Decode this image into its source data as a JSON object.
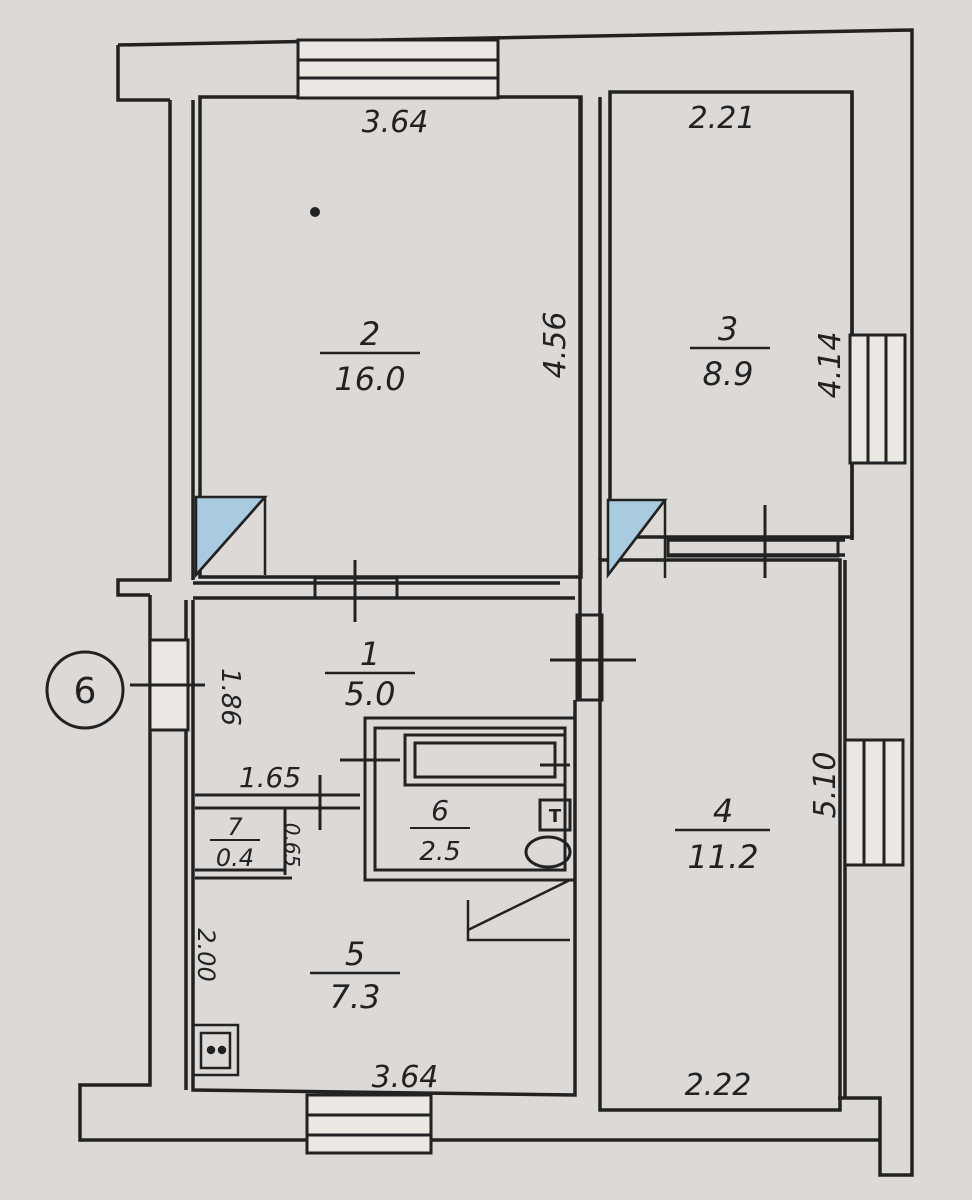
{
  "plan_marker": "6",
  "rooms": [
    {
      "id": "1",
      "area": "5.0"
    },
    {
      "id": "2",
      "area": "16.0"
    },
    {
      "id": "3",
      "area": "8.9"
    },
    {
      "id": "4",
      "area": "11.2"
    },
    {
      "id": "5",
      "area": "7.3"
    },
    {
      "id": "6",
      "area": "2.5"
    },
    {
      "id": "7",
      "area": "0.4"
    }
  ],
  "dimensions": {
    "room2_top": "3.64",
    "room2_side": "4.56",
    "room3_top": "2.21",
    "room3_side": "4.14",
    "room1_side": "1.86",
    "room4_side": "5.10",
    "room4_bottom": "2.22",
    "room5_top": "1.65",
    "room5_side": "2.00",
    "room5_bottom": "3.64",
    "room7_side": "0.65"
  },
  "fixture_labels": {
    "toilet_tank": "T"
  },
  "colors": {
    "paper": "#ddd9d6",
    "ink": "#222222",
    "wall_fill": "#ebe7e3",
    "door_fill": "#a9cbe0"
  }
}
